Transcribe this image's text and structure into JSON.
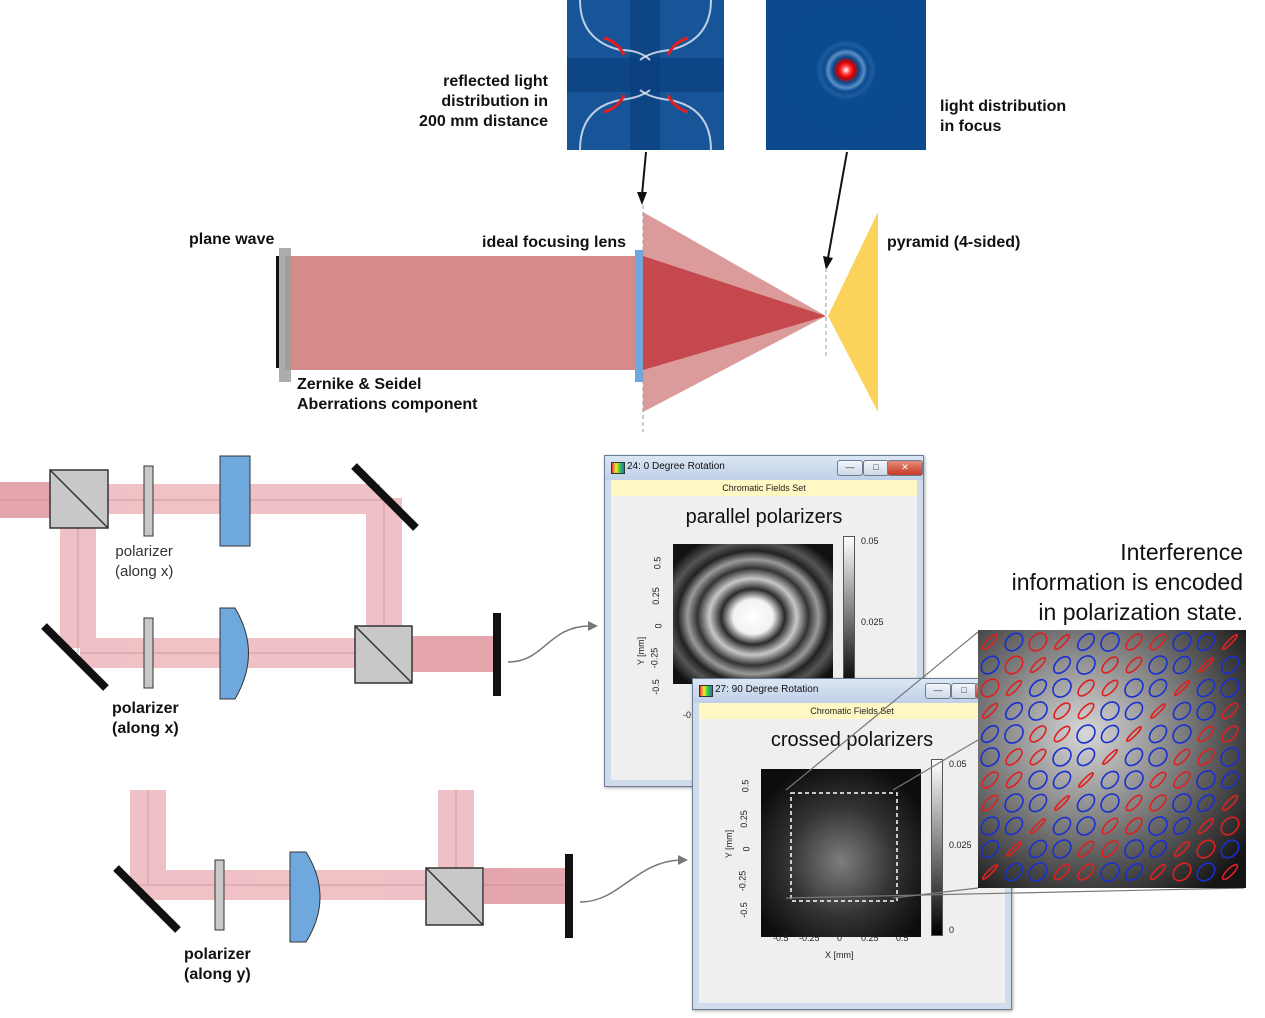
{
  "top": {
    "reflected_label": [
      "reflected light",
      "distribution in",
      "200 mm distance"
    ],
    "focus_label": [
      "light distribution",
      "in focus"
    ],
    "plane_wave": "plane wave",
    "lens_label": "ideal focusing lens",
    "pyramid_label": "pyramid (4-sided)",
    "zernike_label": [
      "Zernike & Seidel",
      "Aberrations component"
    ]
  },
  "setup": {
    "polarizer_top": [
      "polarizer",
      "(along x)"
    ],
    "polarizer_mid": [
      "polarizer",
      "(along x)"
    ],
    "polarizer_bottom": [
      "polarizer",
      "(along y)"
    ]
  },
  "window1": {
    "title": "24: 0 Degree Rotation",
    "subtitle": "Chromatic Fields Set",
    "plot_title": "parallel polarizers",
    "ylabel": "Y [mm]",
    "yticks": [
      "0.5",
      "0.25",
      "0",
      "-0.25",
      "-0.5"
    ],
    "cbar": [
      "0.05",
      "0.025"
    ],
    "partial_x": "-0."
  },
  "window2": {
    "title": "27: 90 Degree Rotation",
    "subtitle": "Chromatic Fields Set",
    "plot_title": "crossed polarizers",
    "ylabel": "Y [mm]",
    "xlabel": "X [mm]",
    "yticks": [
      "0.5",
      "0.25",
      "0",
      "-0.25",
      "-0.5"
    ],
    "xticks": [
      "-0.5",
      "-0.25",
      "0",
      "0.25",
      "0.5"
    ],
    "cbar": [
      "0.05",
      "0.025",
      "0"
    ]
  },
  "interference_text": [
    "Interference",
    "information is encoded",
    "in polarization state."
  ],
  "colors": {
    "beam": "#d68a8a",
    "focus_cone": "#c0393f",
    "pyramid": "#fbd25a",
    "lens": "#6fa8dc",
    "field_bg": "#0b4a8f",
    "ellipse_red": "#e02020",
    "ellipse_blue": "#1a2fd0"
  }
}
